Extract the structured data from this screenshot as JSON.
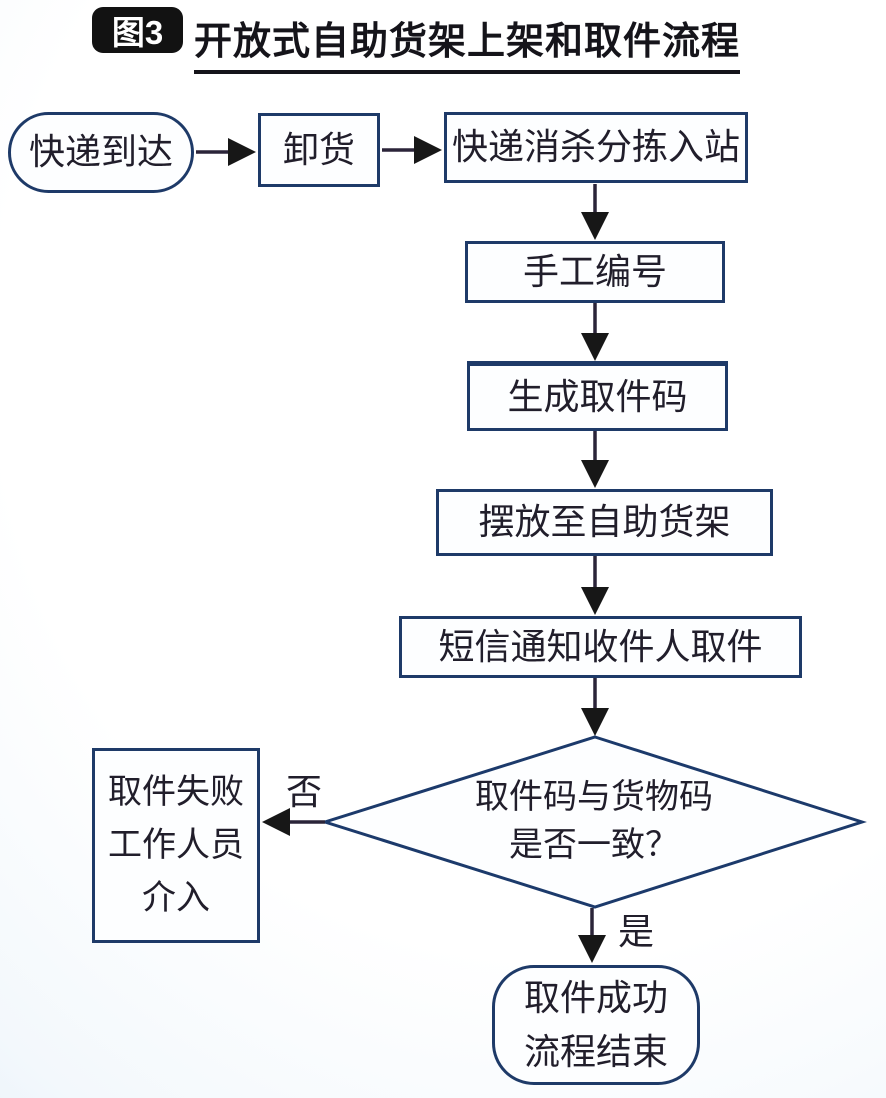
{
  "figure": {
    "badge": "图3",
    "title": "开放式自助货架上架和取件流程"
  },
  "flowchart": {
    "nodes": {
      "start": {
        "label": "快递到达",
        "type": "terminator"
      },
      "unload": {
        "label": "卸货",
        "type": "process"
      },
      "station": {
        "label": "快递消杀分拣入站",
        "type": "process"
      },
      "manual_number": {
        "label": "手工编号",
        "type": "process"
      },
      "generate_code": {
        "label": "生成取件码",
        "type": "process"
      },
      "shelf": {
        "label": "摆放至自助货架",
        "type": "process"
      },
      "sms": {
        "label": "短信通知收件人取件",
        "type": "process"
      },
      "decision": {
        "label": "取件码与货物码\n是否一致？",
        "type": "decision"
      },
      "fail": {
        "label": "取件失败\n工作人员\n介入",
        "type": "process"
      },
      "success": {
        "label": "取件成功\n流程结束",
        "type": "terminator"
      }
    },
    "edge_labels": {
      "no": "否",
      "yes": "是"
    },
    "colors": {
      "node_border": "#1e3a68",
      "arrow_line": "#2b2439",
      "arrow_head": "#171717",
      "text": "#211e2b",
      "badge_bg": "#121212",
      "background_tint": "#d3e2f2"
    }
  }
}
